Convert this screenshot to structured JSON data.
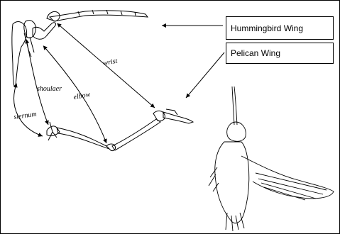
{
  "labels": {
    "hummingbird_wing": "Hummingbird Wing",
    "pelican_wing": "Pelican Wing"
  },
  "bone_labels": {
    "wrist": "wrist",
    "shoulder": "shoulaer",
    "elbow": "elbow",
    "sternum": "sternum"
  }
}
